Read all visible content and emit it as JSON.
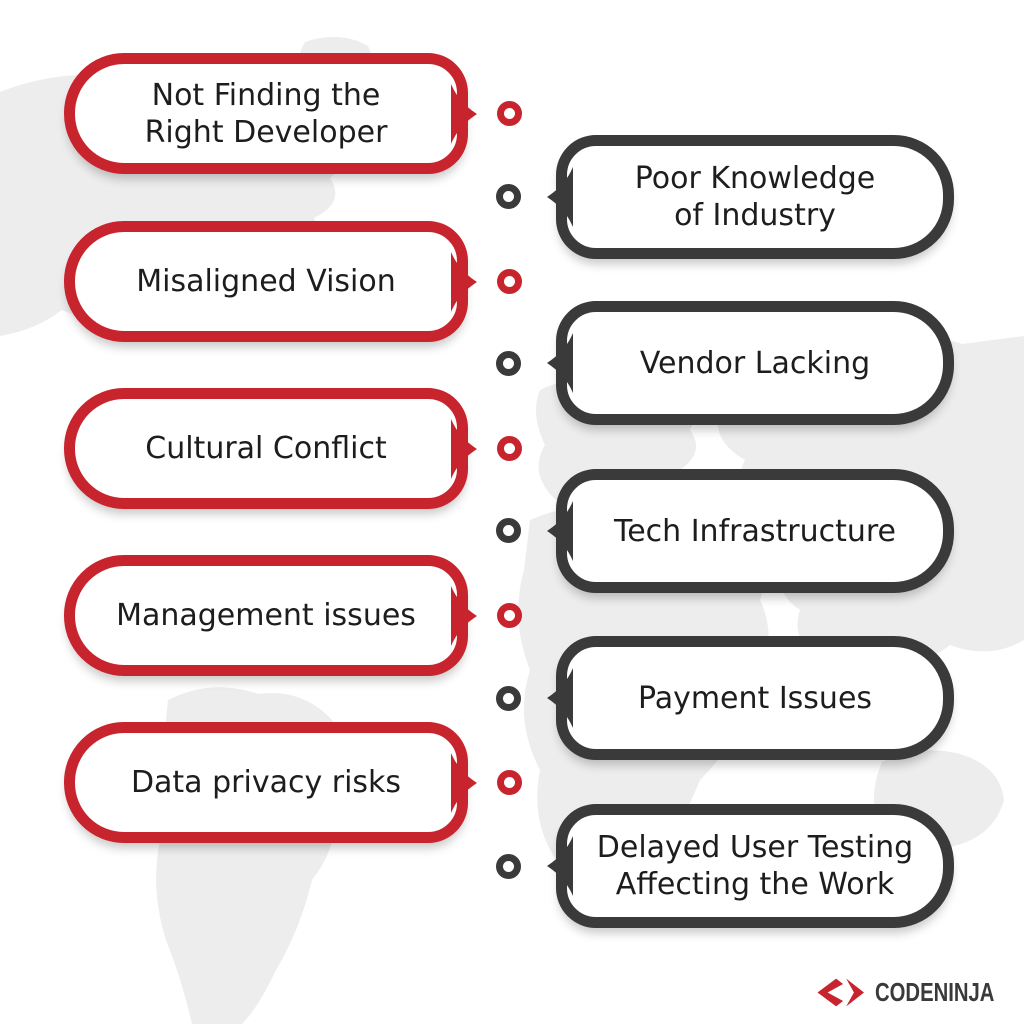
{
  "colors": {
    "red": "#C8242E",
    "dark": "#3A3A3A",
    "text": "#1D1D1D",
    "map": "#EDEDED"
  },
  "left_bubbles": [
    {
      "line1": "Not Finding the",
      "line2": "Right Developer"
    },
    {
      "line1": "Misaligned Vision"
    },
    {
      "line1": "Cultural Conflict"
    },
    {
      "line1": "Management issues"
    },
    {
      "line1": "Data privacy risks"
    }
  ],
  "right_bubbles": [
    {
      "line1": "Poor Knowledge",
      "line2": "of Industry"
    },
    {
      "line1": "Vendor Lacking"
    },
    {
      "line1": "Tech Infrastructure"
    },
    {
      "line1": "Payment Issues"
    },
    {
      "line1": "Delayed User Testing",
      "line2": "Affecting the Work"
    }
  ],
  "logo": {
    "name": "CODENINJA"
  }
}
